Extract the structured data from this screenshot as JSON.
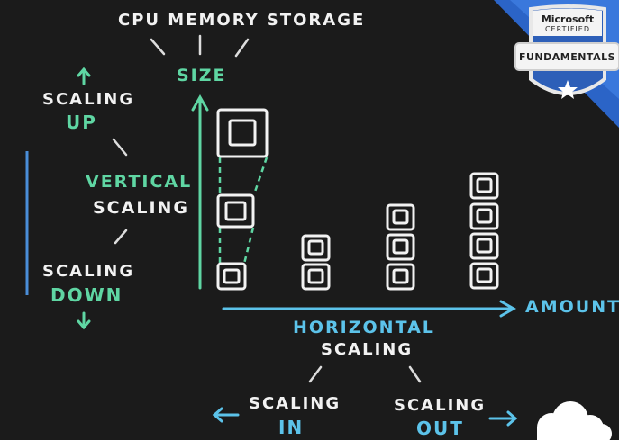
{
  "top": {
    "resources": "CPU MEMORY STORAGE",
    "size": "SIZE"
  },
  "vertical": {
    "up_line1": "SCALING",
    "up_line2": "UP",
    "title_line1": "VERTICAL",
    "title_line2": "SCALING",
    "down_line1": "SCALING",
    "down_line2": "DOWN"
  },
  "horizontal": {
    "amount": "AMOUNT",
    "title_line1": "HORIZONTAL",
    "title_line2": "SCALING",
    "in_line1": "SCALING",
    "in_line2": "IN",
    "out_line1": "SCALING",
    "out_line2": "OUT"
  },
  "badge": {
    "brand": "Microsoft",
    "certified": "CERTIFIED",
    "level": "FUNDAMENTALS"
  },
  "colors": {
    "background": "#1b1b1b",
    "green": "#5fd6a3",
    "blue": "#5cc3ea",
    "white": "#f2f2f2",
    "badge_blue": "#2b64c7"
  }
}
